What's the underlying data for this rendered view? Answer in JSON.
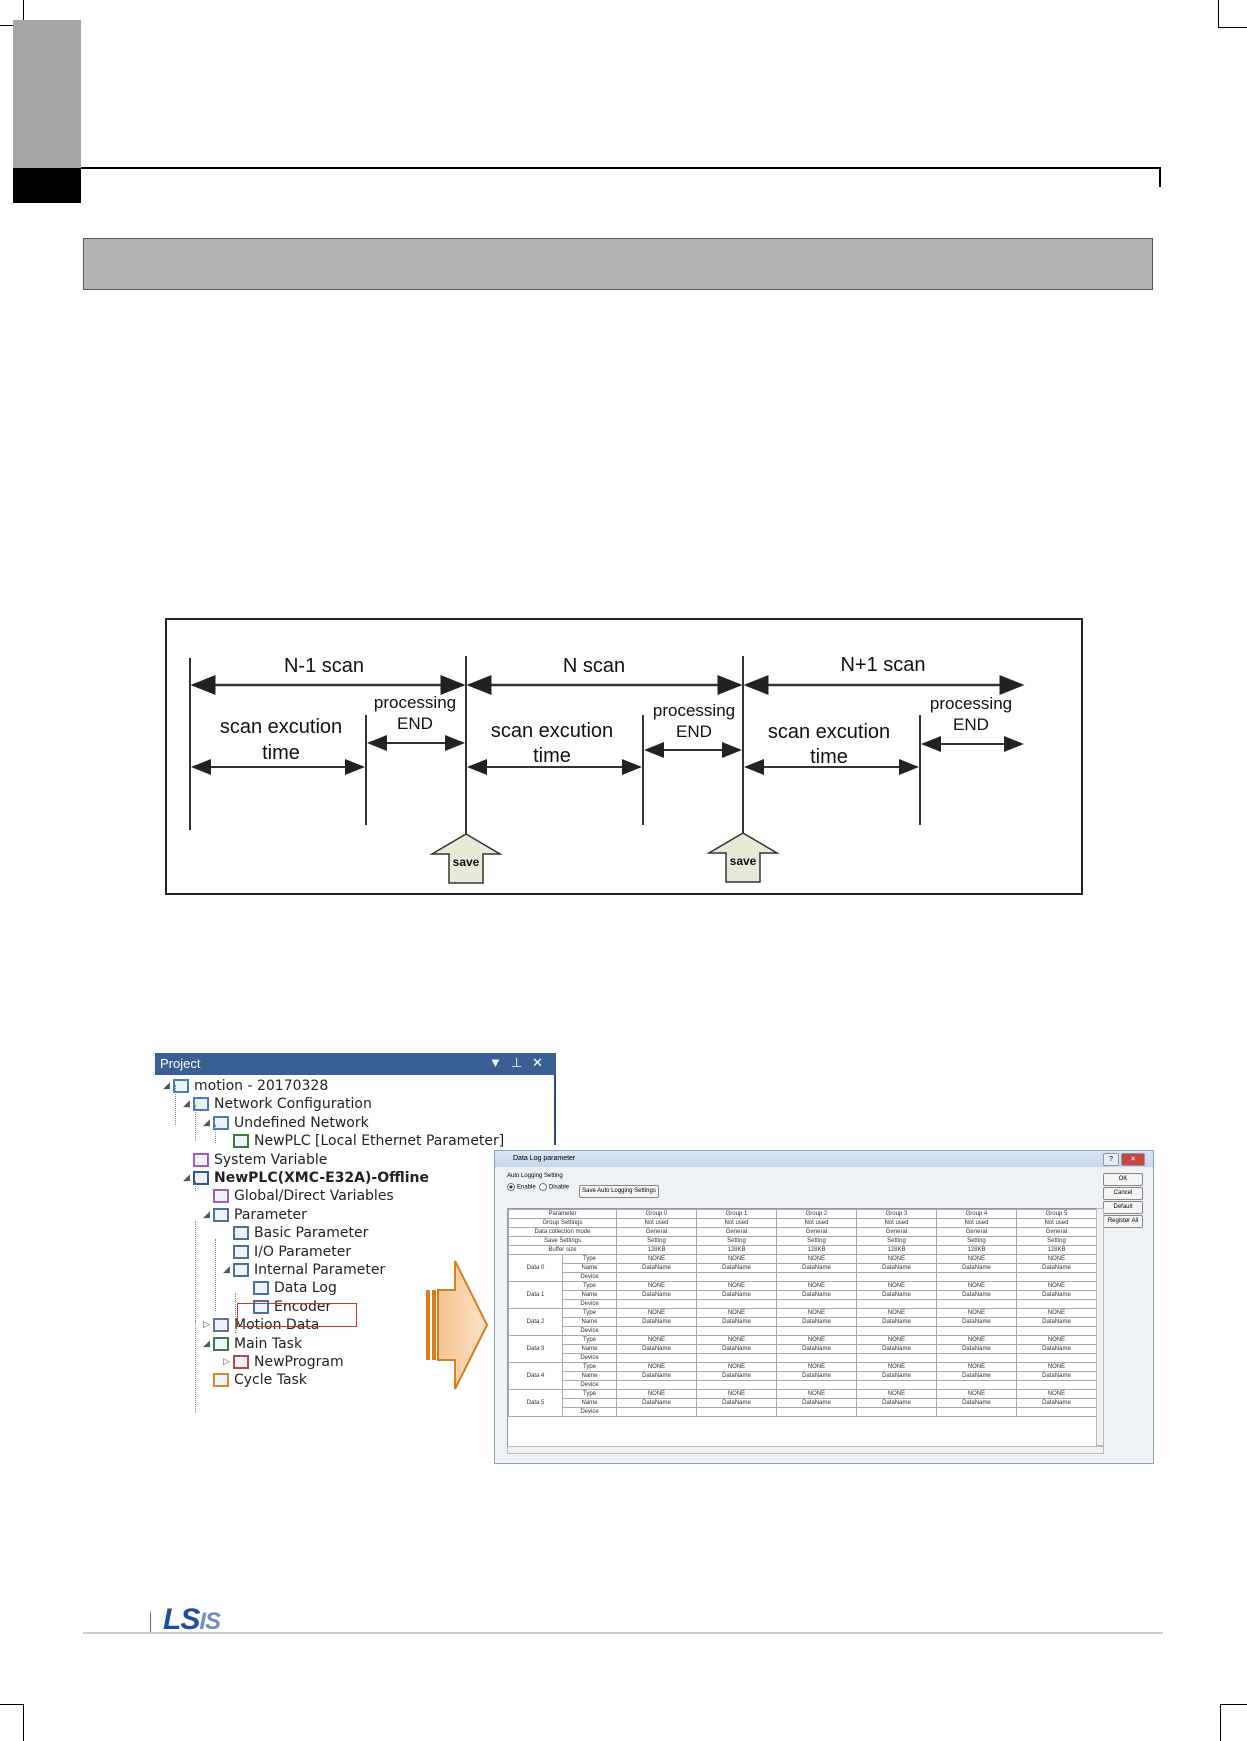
{
  "diagram": {
    "scans": [
      "N-1 scan",
      "N scan",
      "N+1 scan"
    ],
    "exec_lines": [
      [
        "scan excution",
        "time"
      ],
      [
        "scan excution",
        "time"
      ],
      [
        "scan excution",
        "time"
      ]
    ],
    "proc_lines": [
      [
        "processing",
        "END"
      ],
      [
        "processing",
        "END"
      ],
      [
        "processing",
        "END"
      ]
    ],
    "save_labels": [
      "save",
      "save"
    ]
  },
  "project": {
    "title": "Project",
    "items": [
      {
        "label": "motion - 20170328",
        "level": 0,
        "icon": "project-icon",
        "bold": false
      },
      {
        "label": "Network Configuration",
        "level": 1,
        "icon": "network-icon",
        "bold": false
      },
      {
        "label": "Undefined Network",
        "level": 2,
        "icon": "network-icon",
        "bold": false
      },
      {
        "label": "NewPLC [Local Ethernet Parameter]",
        "level": 3,
        "icon": "ethernet-icon",
        "bold": false
      },
      {
        "label": "System Variable",
        "level": 1,
        "icon": "variable-icon",
        "bold": false
      },
      {
        "label": "NewPLC(XMC-E32A)-Offline",
        "level": 1,
        "icon": "plc-icon",
        "bold": true
      },
      {
        "label": "Global/Direct Variables",
        "level": 2,
        "icon": "variable-icon",
        "bold": false
      },
      {
        "label": "Parameter",
        "level": 2,
        "icon": "parameter-icon",
        "bold": false
      },
      {
        "label": "Basic Parameter",
        "level": 3,
        "icon": "parameter-icon",
        "bold": false
      },
      {
        "label": "I/O Parameter",
        "level": 3,
        "icon": "parameter-icon",
        "bold": false
      },
      {
        "label": "Internal Parameter",
        "level": 3,
        "icon": "parameter-icon",
        "bold": false
      },
      {
        "label": "Data Log",
        "level": 4,
        "icon": "parameter-icon",
        "bold": false
      },
      {
        "label": "Encoder",
        "level": 4,
        "icon": "parameter-icon",
        "bold": false
      },
      {
        "label": "Motion Data",
        "level": 2,
        "icon": "motion-icon",
        "bold": false
      },
      {
        "label": "Main Task",
        "level": 2,
        "icon": "task-icon",
        "bold": false
      },
      {
        "label": "NewProgram",
        "level": 3,
        "icon": "program-icon",
        "bold": false
      },
      {
        "label": "Cycle Task",
        "level": 2,
        "icon": "cycle-icon",
        "bold": false
      }
    ]
  },
  "dialog": {
    "title": "Data Log parameter",
    "group_label": "Auto Logging Setting",
    "enable_label": "Enable",
    "disable_label": "Disable",
    "save_auto_button": "Save Auto Logging Settings",
    "buttons": [
      "OK",
      "Cancel",
      "Default",
      "Register All"
    ],
    "headers": [
      "Parameter",
      "Group 0",
      "Group 1",
      "Group 2",
      "Group 3",
      "Group 4",
      "Group 5"
    ],
    "top_rows": [
      {
        "label": "Group Settings",
        "values": [
          "Not used",
          "Not used",
          "Not used",
          "Not used",
          "Not used",
          "Not used"
        ]
      },
      {
        "label": "Data collection mode",
        "values": [
          "General",
          "General",
          "General",
          "General",
          "General",
          "General"
        ]
      },
      {
        "label": "Save Settings",
        "values": [
          "Setting",
          "Setting",
          "Setting",
          "Setting",
          "Setting",
          "Setting"
        ]
      },
      {
        "label": "Buffer size",
        "values": [
          "128KB",
          "128KB",
          "128KB",
          "128KB",
          "128KB",
          "128KB"
        ]
      }
    ],
    "data_blocks": [
      "Data 0",
      "Data 1",
      "Data 2",
      "Data 3",
      "Data 4",
      "Data 5"
    ],
    "sub_labels": [
      "Type",
      "Name",
      "Device"
    ],
    "type_value": "NONE",
    "name_value": "DataName"
  },
  "footer": {
    "logo_text": "LS",
    "logo_suffix": "IS"
  }
}
